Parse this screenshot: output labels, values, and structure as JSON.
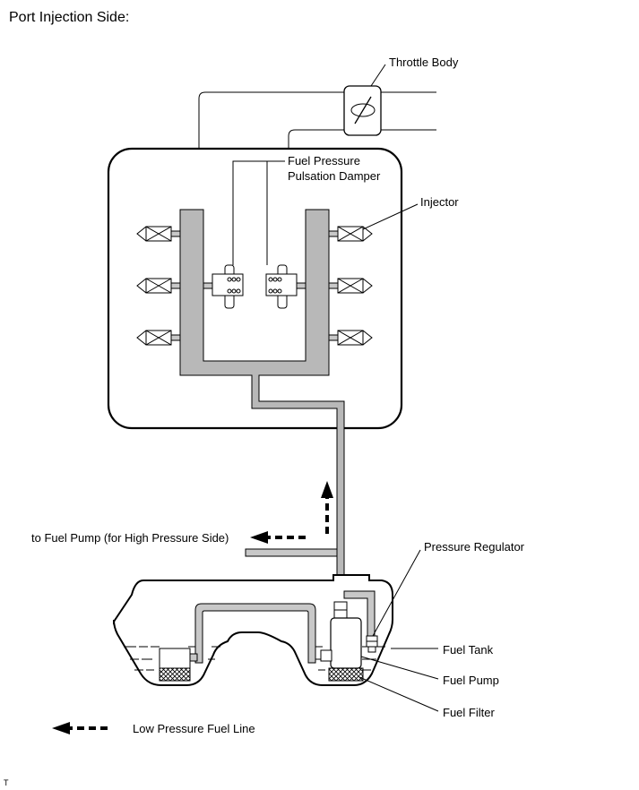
{
  "diagram": {
    "title": "Port Injection Side:",
    "labels": {
      "throttle_body": "Throttle Body",
      "damper_line1": "Fuel Pressure",
      "damper_line2": "Pulsation Damper",
      "injector": "Injector",
      "to_fuel_pump": "to Fuel Pump (for High Pressure Side)",
      "pressure_regulator": "Pressure Regulator",
      "fuel_tank": "Fuel Tank",
      "fuel_pump": "Fuel Pump",
      "fuel_filter": "Fuel Filter",
      "legend_low_pressure": "Low Pressure Fuel Line",
      "corner_mark": "T"
    }
  }
}
